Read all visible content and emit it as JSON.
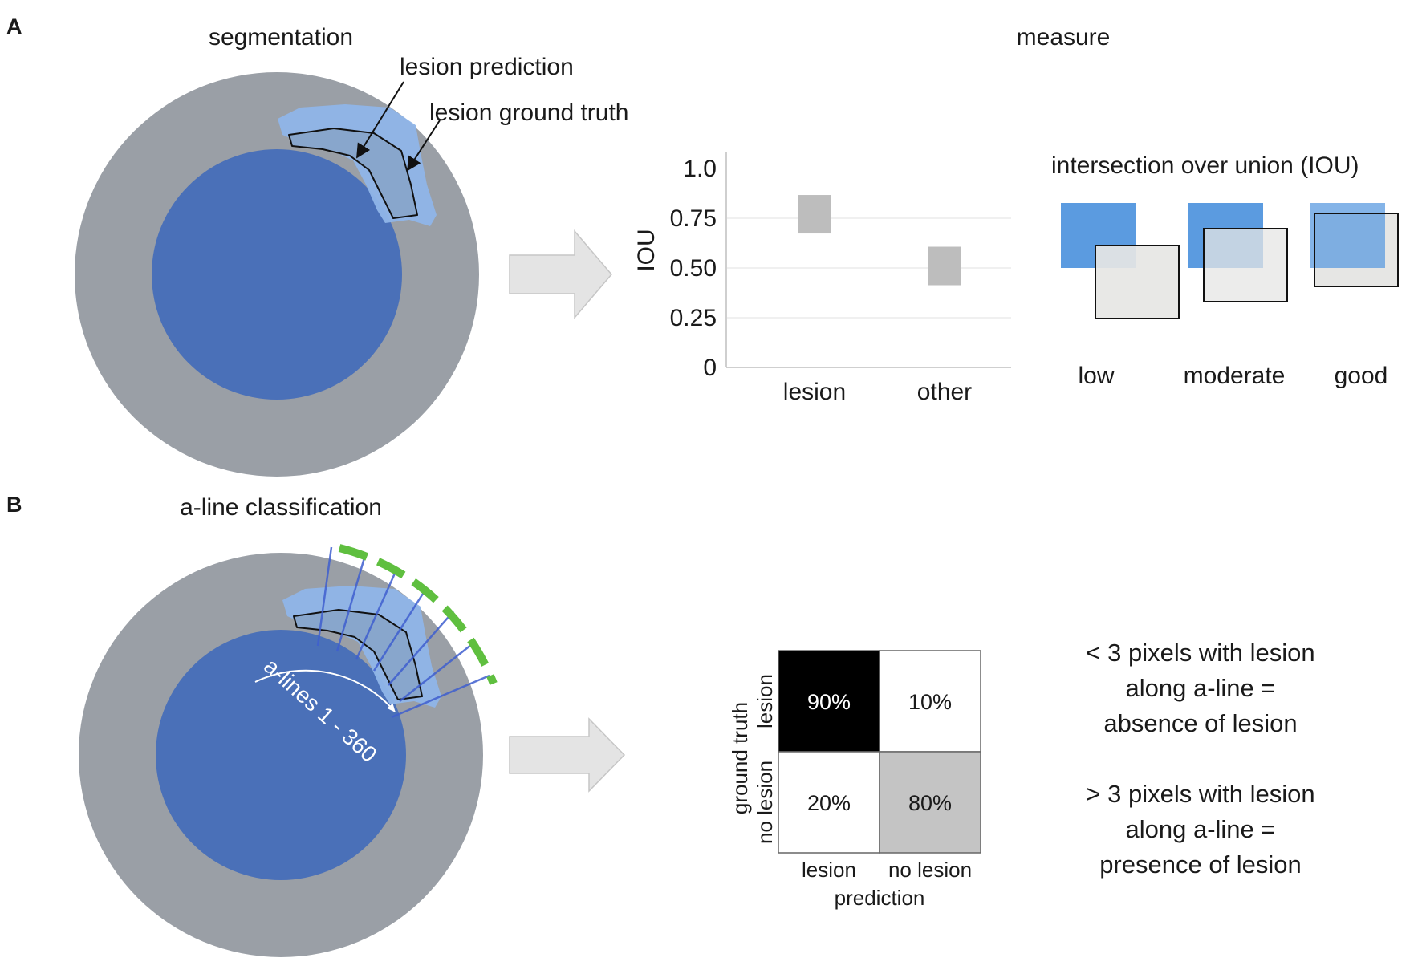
{
  "panel_a": {
    "label": "A",
    "segmentation_title": "segmentation",
    "measure_title": "measure",
    "lesion_prediction_label": "lesion prediction",
    "lesion_ground_truth_label": "lesion ground truth",
    "iou_title": "intersection over union (IOU)",
    "iou_levels": [
      "low",
      "moderate",
      "good"
    ]
  },
  "panel_b": {
    "label": "B",
    "title": "a-line classification",
    "aline_label": "a-lines 1 - 360",
    "rule_absence": [
      "< 3 pixels with lesion",
      "along a-line =",
      "absence of lesion"
    ],
    "rule_presence": [
      "> 3 pixels with lesion",
      "along a-line =",
      "presence of lesion"
    ]
  },
  "chart_data": [
    {
      "type": "scatter",
      "title": "",
      "xlabel": "",
      "ylabel": "IOU",
      "categories": [
        "lesion",
        "other"
      ],
      "values": [
        0.77,
        0.51
      ],
      "ylim": [
        0,
        1.0
      ],
      "yticks": [
        "0",
        "0.25",
        "0.50",
        "0.75",
        "1.0"
      ],
      "grid": true,
      "marker_color": "#bdbdbd"
    },
    {
      "type": "heatmap",
      "title": "",
      "xlabel": "prediction",
      "ylabel": "ground truth",
      "x_categories": [
        "lesion",
        "no lesion"
      ],
      "y_categories": [
        "lesion",
        "no lesion"
      ],
      "values": [
        [
          "90%",
          "10%"
        ],
        [
          "20%",
          "80%"
        ]
      ],
      "cell_colors": [
        [
          "#000000",
          "#ffffff"
        ],
        [
          "#ffffff",
          "#c4c4c4"
        ]
      ]
    }
  ],
  "colors": {
    "lumen": "#4a70b8",
    "vessel": "#9a9fa6",
    "prediction": "#8fb5e8",
    "box_blue": "#5b9be0",
    "box_gray": "#e6e6e4",
    "green_arc": "#5fbf3f",
    "a_line": "#3f5fcf",
    "arrow_fill": "#e4e4e4"
  }
}
